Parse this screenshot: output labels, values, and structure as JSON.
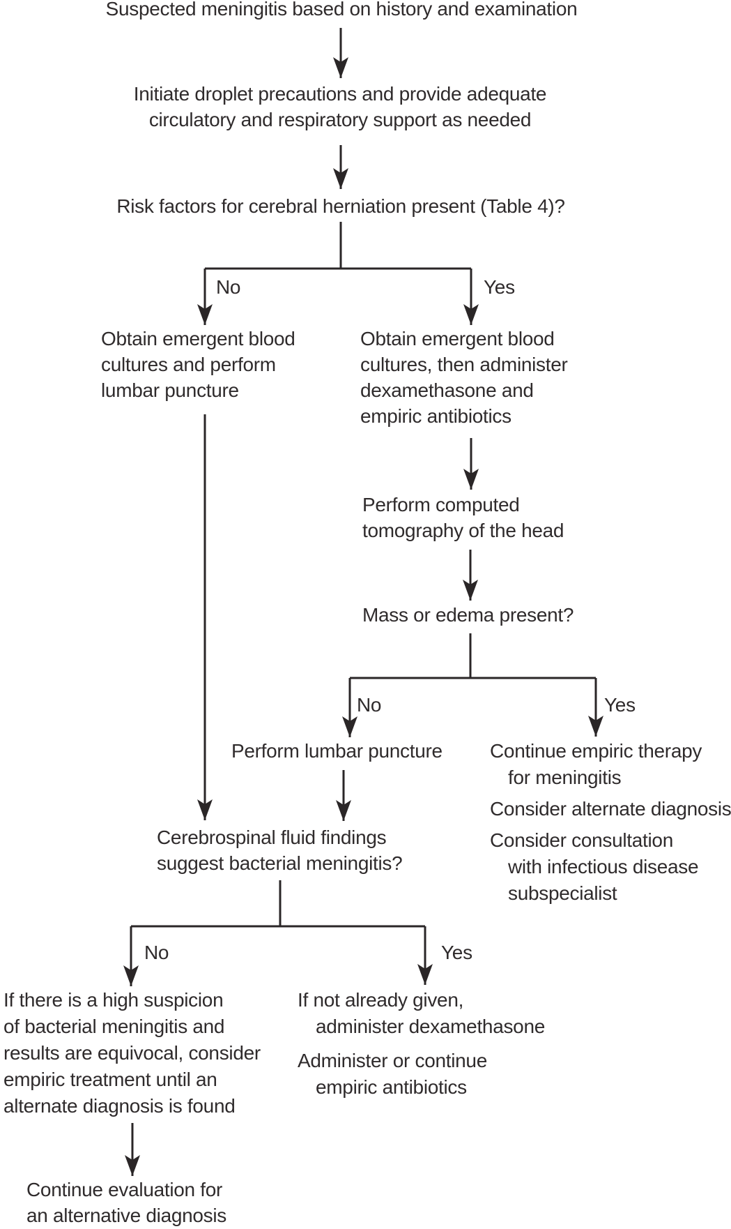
{
  "flowchart": {
    "labels": {
      "no": "No",
      "yes": "Yes"
    },
    "colors": {
      "text": "#2f2b2c",
      "line": "#2a2627"
    },
    "nodes": {
      "start": {
        "lines": [
          "Suspected meningitis based on history and examination"
        ]
      },
      "droplet": {
        "lines": [
          "Initiate droplet precautions and provide adequate",
          "circulatory and respiratory support as needed"
        ]
      },
      "risk_question": {
        "lines": [
          "Risk factors for cerebral herniation present (Table 4)?"
        ]
      },
      "risk_no": {
        "lines": [
          "Obtain emergent blood",
          "cultures and perform",
          "lumbar puncture"
        ]
      },
      "risk_yes": {
        "lines": [
          "Obtain emergent blood",
          "cultures, then administer",
          "dexamethasone and",
          "empiric antibiotics"
        ]
      },
      "ct": {
        "lines": [
          "Perform computed",
          "tomography of the head"
        ]
      },
      "mass_question": {
        "lines": [
          "Mass or edema present?"
        ]
      },
      "lumbar_puncture": {
        "lines": [
          "Perform lumbar puncture"
        ]
      },
      "mass_yes": {
        "items": [
          [
            "Continue empiric therapy",
            "for meningitis"
          ],
          [
            "Consider alternate diagnosis"
          ],
          [
            "Consider consultation",
            "with infectious disease",
            "subspecialist"
          ]
        ]
      },
      "csf_question": {
        "lines": [
          "Cerebrospinal fluid findings",
          "suggest bacterial meningitis?"
        ]
      },
      "csf_no": {
        "lines": [
          "If there is a high suspicion",
          "of bacterial meningitis and",
          "results are equivocal, consider",
          "empiric treatment until an",
          "alternate diagnosis is found"
        ]
      },
      "csf_yes": {
        "items": [
          [
            "If not already given,",
            "administer dexamethasone"
          ],
          [
            "Administer or continue",
            "empiric antibiotics"
          ]
        ]
      },
      "continue_eval": {
        "lines": [
          "Continue evaluation for",
          "an alternative diagnosis"
        ]
      }
    }
  }
}
